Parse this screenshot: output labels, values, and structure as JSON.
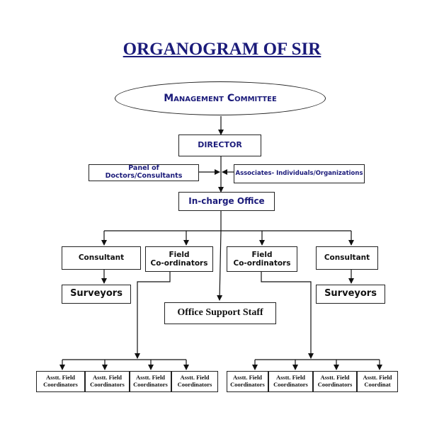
{
  "title": "ORGANOGRAM OF SIR",
  "nodes": {
    "management": "Management Committee",
    "director": "Director",
    "panel": "Panel of Doctors/Consultants",
    "associates": "Associates- Individuals/Organizations",
    "incharge": "In-charge Office",
    "consultant_left": "Consultant",
    "field_left_1": "Field",
    "field_left_2": "Co-ordinators",
    "field_right_1": "Field",
    "field_right_2": "Co-ordinators",
    "consultant_right": "Consultant",
    "surveyors_left": "Surveyors",
    "surveyors_right": "Surveyors",
    "office_support": "Office Support Staff"
  },
  "asst_left": [
    {
      "line1": "Asstt. Field",
      "line2": "Coordinators"
    },
    {
      "line1": "Asstt. Field",
      "line2": "Coordinators"
    },
    {
      "line1": "Asstt. Field",
      "line2": "Coordinators"
    },
    {
      "line1": "Asstt. Field",
      "line2": "Coordinators"
    }
  ],
  "asst_right": [
    {
      "line1": "Asstt. Field",
      "line2": "Coordinators"
    },
    {
      "line1": "Asstt. Field",
      "line2": "Coordinators"
    },
    {
      "line1": "Asstt. Field",
      "line2": "Coordinators"
    },
    {
      "line1": "Asstt. Field",
      "line2": "Coordinat"
    }
  ]
}
